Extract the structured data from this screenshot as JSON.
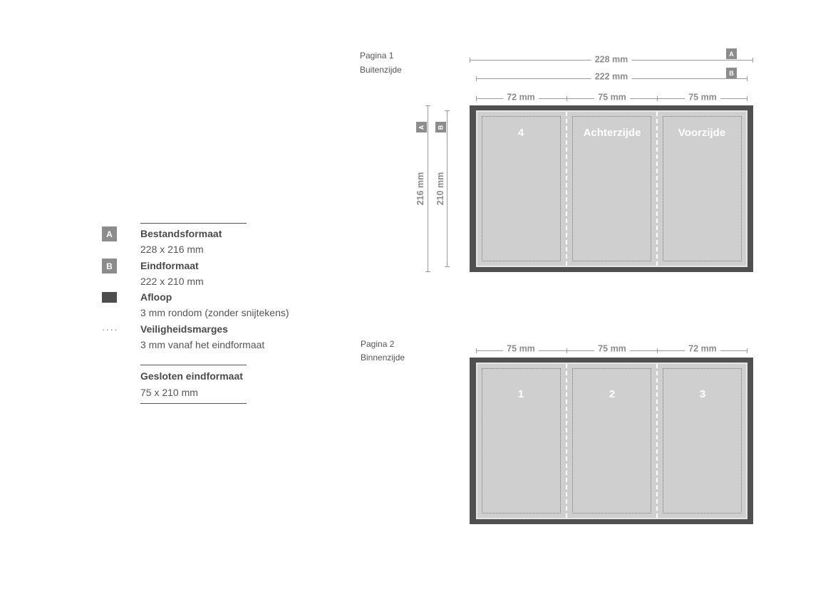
{
  "legend": {
    "file_format": {
      "badge": "A",
      "title": "Bestandsformaat",
      "value": "228 x 216 mm"
    },
    "final_format": {
      "badge": "B",
      "title": "Eindformaat",
      "value": "222 x 210 mm"
    },
    "bleed": {
      "title": "Afloop",
      "value": "3 mm rondom (zonder snijtekens)",
      "swatch_color": "#4d4d4d"
    },
    "safety": {
      "symbol": "....",
      "title": "Veiligheidsmarges",
      "value": "3 mm vanaf het eindformaat"
    },
    "closed": {
      "title": "Gesloten eindformaat",
      "value": "75 x 210 mm"
    }
  },
  "page1": {
    "label_line1": "Pagina 1",
    "label_line2": "Buitenzijde",
    "width_a": "228 mm",
    "width_b": "222 mm",
    "badge_a": "A",
    "badge_b": "B",
    "panel_widths": [
      "72 mm",
      "75 mm",
      "75 mm"
    ],
    "height_a": "216 mm",
    "height_b": "210 mm",
    "panels": [
      "4",
      "Achterzijde",
      "Voorzijde"
    ]
  },
  "page2": {
    "label_line1": "Pagina 2",
    "label_line2": "Binnenzijde",
    "panel_widths": [
      "75 mm",
      "75 mm",
      "72 mm"
    ],
    "panels": [
      "1",
      "2",
      "3"
    ]
  },
  "colors": {
    "bleed": "#505050",
    "panel": "#cfcfcf",
    "badge": "#8c8c8c",
    "dimension": "#9a9a9a"
  }
}
